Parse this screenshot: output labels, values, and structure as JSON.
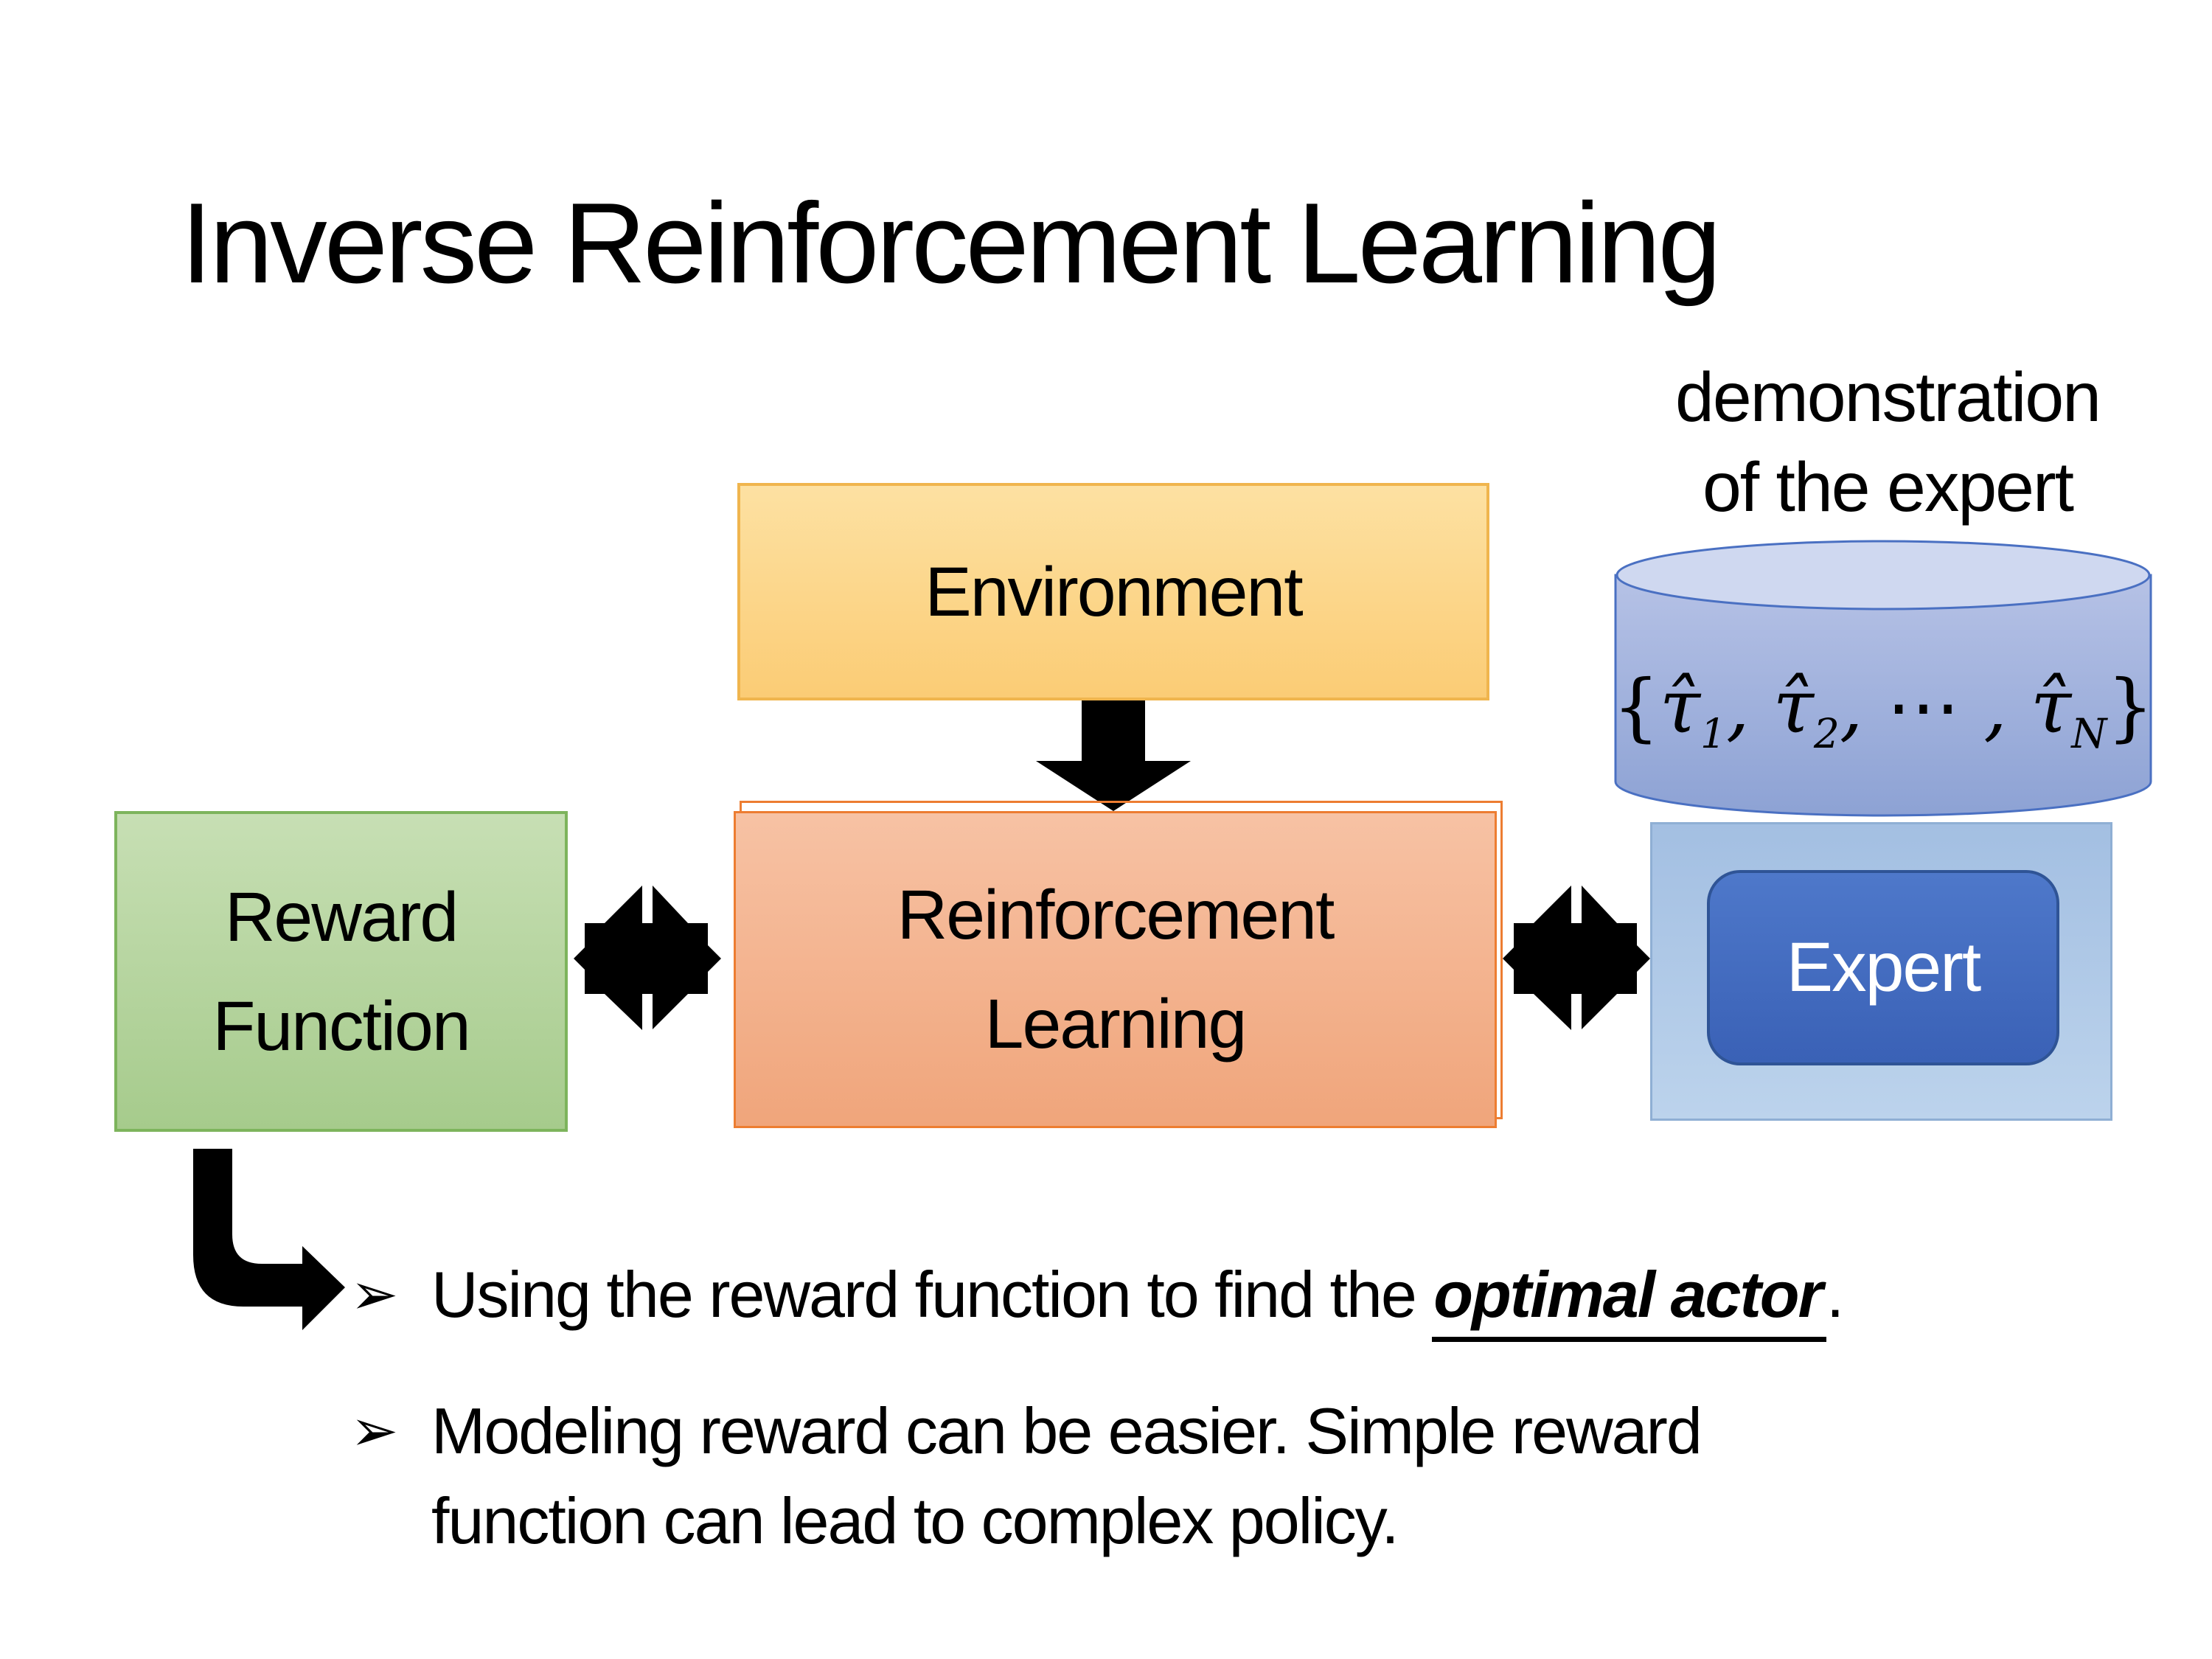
{
  "slide": {
    "title": "Inverse Reinforcement Learning"
  },
  "annotation": {
    "line1": "demonstration",
    "line2": "of the expert"
  },
  "boxes": {
    "environment": {
      "label": "Environment"
    },
    "reward": {
      "line1": "Reward",
      "line2": "Function"
    },
    "reinforcement_learning": {
      "line1": "Reinforcement",
      "line2": "Learning"
    },
    "expert": {
      "label": "Expert"
    }
  },
  "cylinder": {
    "formula": {
      "open": "{",
      "tau": "τ̂",
      "sub1": "1",
      "sep1": ", ",
      "sub2": "2",
      "sep2": ", ⋯ , ",
      "subN": "N",
      "close": "}"
    }
  },
  "bullets": {
    "marker": "➢",
    "item1": {
      "pre": "Using the reward function to find the ",
      "highlight": "optimal actor",
      "post": "."
    },
    "item2": {
      "line1": "Modeling reward can be easier. Simple reward",
      "line2": "function can lead to complex policy."
    }
  },
  "icons": {
    "down_arrow": "down-block-arrow",
    "left_connector": "double-exchange-arrow",
    "right_connector": "double-exchange-arrow",
    "elbow_arrow": "bent-right-block-arrow",
    "bullet_marker": "3d-arrowhead-bullet"
  },
  "colors": {
    "background": "#ffffff",
    "text": "#000000",
    "environment_fill_top": "#fde1a2",
    "environment_fill_bottom": "#fbcc75",
    "environment_border": "#f0b54e",
    "reward_fill_top": "#c7dfb4",
    "reward_fill_bottom": "#a6cb8c",
    "reward_border": "#7db45c",
    "rl_fill_top": "#f7c2a4",
    "rl_fill_bottom": "#f0a57b",
    "rl_border": "#ed7d31",
    "expert_container_fill": "#aac6e6",
    "expert_container_border": "#8fafd4",
    "expert_fill": "#4472c4",
    "expert_border": "#2f5496",
    "expert_text": "#ffffff",
    "cylinder_side_top": "#b6c2e6",
    "cylinder_side_bottom": "#8da2d4",
    "cylinder_top_fill": "#cfd8f0",
    "cylinder_border": "#4a70c2",
    "arrow": "#000000"
  }
}
